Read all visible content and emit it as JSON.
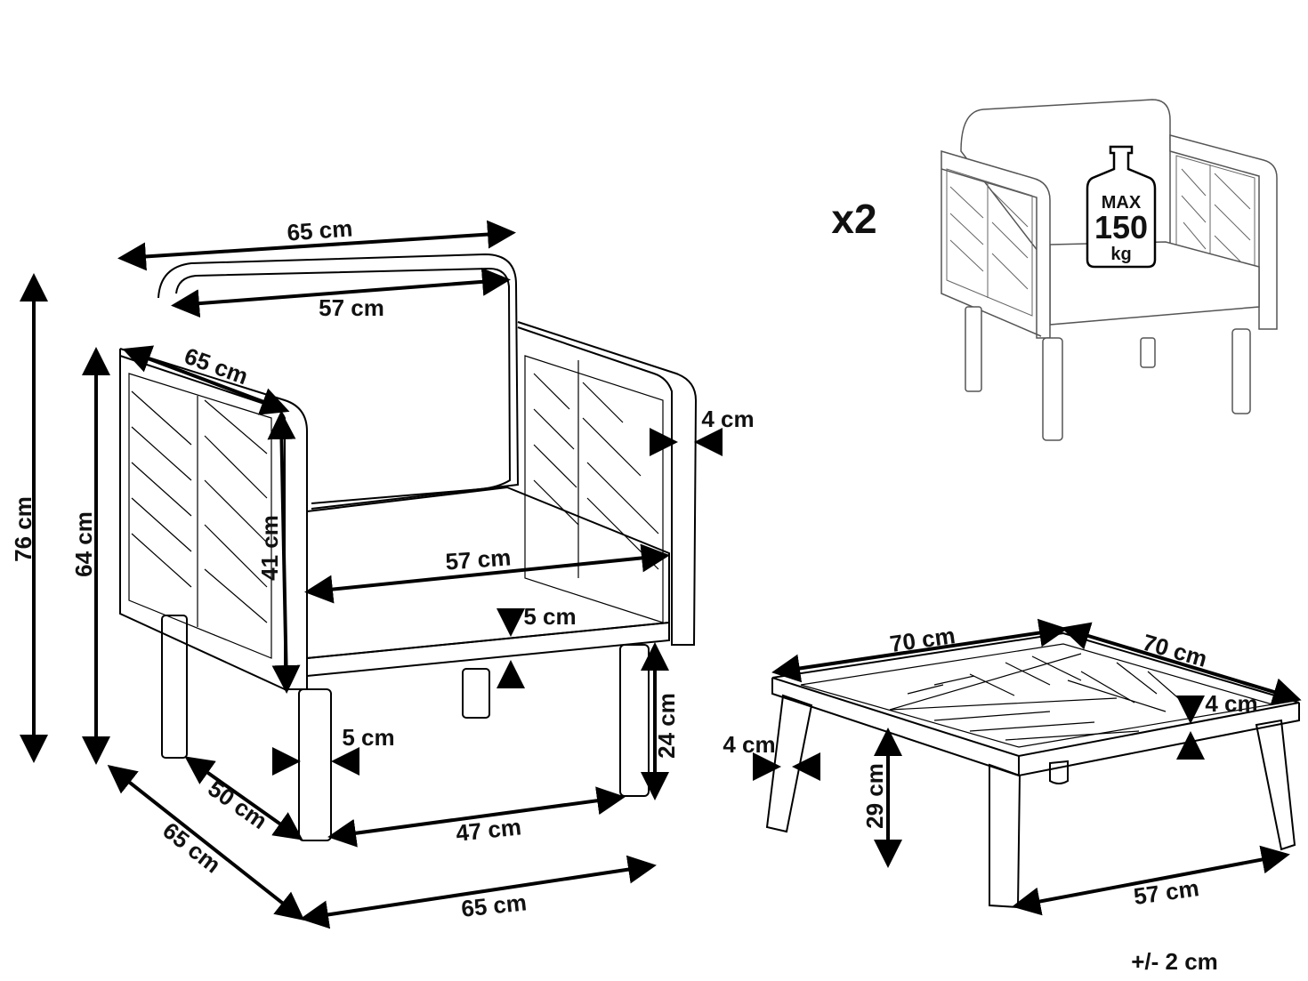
{
  "chair": {
    "arm_width": "65 cm",
    "back_width": "57 cm",
    "arm_depth": "65 cm",
    "arm_thickness": "4 cm",
    "arm_height_inner": "41 cm",
    "seat_width": "57 cm",
    "cushion_thickness": "5 cm",
    "leg_height": "24 cm",
    "leg_width": "5 cm",
    "seat_depth": "50 cm",
    "leg_span": "47 cm",
    "total_depth": "65 cm",
    "total_width": "65 cm",
    "total_height": "76 cm",
    "arm_height": "64 cm"
  },
  "preview": {
    "quantity": "x2",
    "weight_max": "MAX",
    "weight_value": "150",
    "weight_unit": "kg"
  },
  "table": {
    "top_width_a": "70 cm",
    "top_width_b": "70 cm",
    "top_thickness": "4 cm",
    "leg_thickness": "4 cm",
    "height": "29 cm",
    "leg_span": "57 cm"
  },
  "tolerance": "+/- 2 cm"
}
